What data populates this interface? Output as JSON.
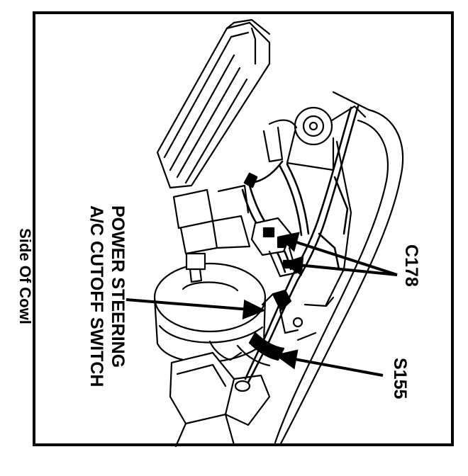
{
  "labels": {
    "power_steering_line1": "POWER STEERING",
    "power_steering_line2": "A/C CUTOFF SWITCH",
    "c178": "C178",
    "s155": "S155",
    "side_of_cowl": "Side Of Cowl"
  },
  "colors": {
    "ink": "#000000",
    "paper": "#ffffff"
  }
}
